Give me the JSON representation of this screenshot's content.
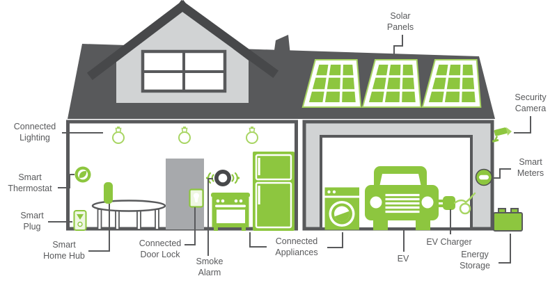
{
  "labels": {
    "solar_panels": "Solar\nPanels",
    "security_camera": "Security\nCamera",
    "connected_lighting": "Connected\nLighting",
    "smart_thermostat": "Smart\nThermostat",
    "smart_plug": "Smart\nPlug",
    "smart_home_hub": "Smart\nHome Hub",
    "connected_door_lock": "Connected\nDoor Lock",
    "smoke_alarm": "Smoke\nAlarm",
    "connected_appliances": "Connected\nAppliances",
    "ev": "EV",
    "ev_charger": "EV Charger",
    "energy_storage": "Energy\nStorage",
    "smart_meters": "Smart\nMeters"
  },
  "icons": [
    "solar-panel",
    "security-camera",
    "light-bulb",
    "thermostat",
    "smart-plug",
    "smart-home-hub",
    "door-lock",
    "smoke-alarm",
    "stove",
    "refrigerator",
    "washing-machine",
    "ev-car",
    "ev-charger-plug",
    "smart-meter",
    "battery"
  ],
  "colors": {
    "accent_green": "#8dc63f",
    "light_green": "#a8d563",
    "pale_green_fill": "#eff7e2",
    "roof_gray": "#58595b",
    "dormer_band_gray": "#47484a",
    "wall_light_gray": "#d1d3d4",
    "door_gray": "#a7a9ac",
    "text_gray": "#58595b"
  }
}
